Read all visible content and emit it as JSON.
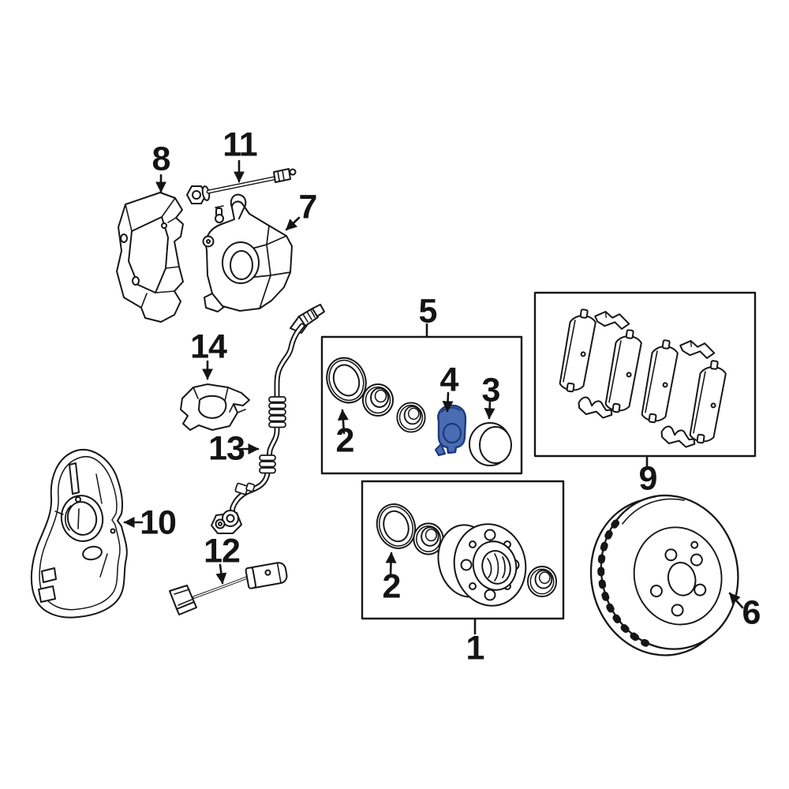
{
  "diagram": {
    "background_color": "#ffffff",
    "line_color": "#161616",
    "callouts": {
      "c1": "1",
      "c2": "2",
      "c3": "3",
      "c4": "4",
      "c5": "5",
      "c6": "6",
      "c7": "7",
      "c8": "8",
      "c9": "9",
      "c10": "10",
      "c11": "11",
      "c12": "12",
      "c13": "13",
      "c14": "14"
    },
    "highlighted_part": {
      "callout": "4",
      "fill": "#4a6cb2",
      "stroke": "#1e3a7c"
    }
  }
}
